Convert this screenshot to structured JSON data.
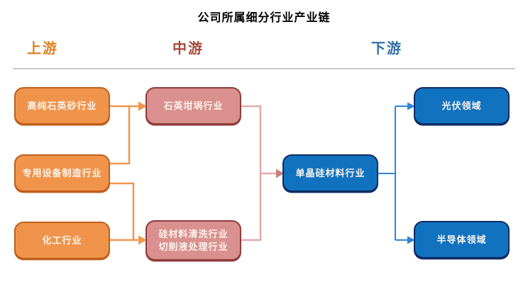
{
  "title": "公司所属细分行业产业链",
  "headers": {
    "upstream": {
      "label": "上游"
    },
    "midstream": {
      "label": "中游"
    },
    "downstream": {
      "label": "下游"
    }
  },
  "nodes": {
    "upstream": [
      {
        "label": "高纯石英砂行业"
      },
      {
        "label": "专用设备制造行业"
      },
      {
        "label": "化工行业"
      }
    ],
    "midstream": [
      {
        "label": "石英坩埚行业"
      },
      {
        "lines": [
          "硅材料清洗行业",
          "切削液处理行业"
        ]
      }
    ],
    "core": {
      "label": "单晶硅材料行业"
    },
    "downstream": [
      {
        "label": "光伏领域"
      },
      {
        "label": "半导体领域"
      }
    ]
  },
  "palette": {
    "upstream_header": "#DD8327",
    "midstream_header": "#A6493A",
    "downstream_header": "#2F6FA8",
    "upstream_fill": "#F0944C",
    "upstream_border": "#C05F1B",
    "midstream_fill": "#D9908E",
    "midstream_border": "#8F3D3C",
    "core_fill": "#1173BF",
    "core_border": "#0E2B66",
    "connector_orange": "#F1964F",
    "connector_pink": "#E0ABA8",
    "arrow_pink": "#C97E79",
    "connector_blue": "#2E86D6",
    "divider": "#C8C8C8",
    "box_text": "#FBF4EC"
  }
}
